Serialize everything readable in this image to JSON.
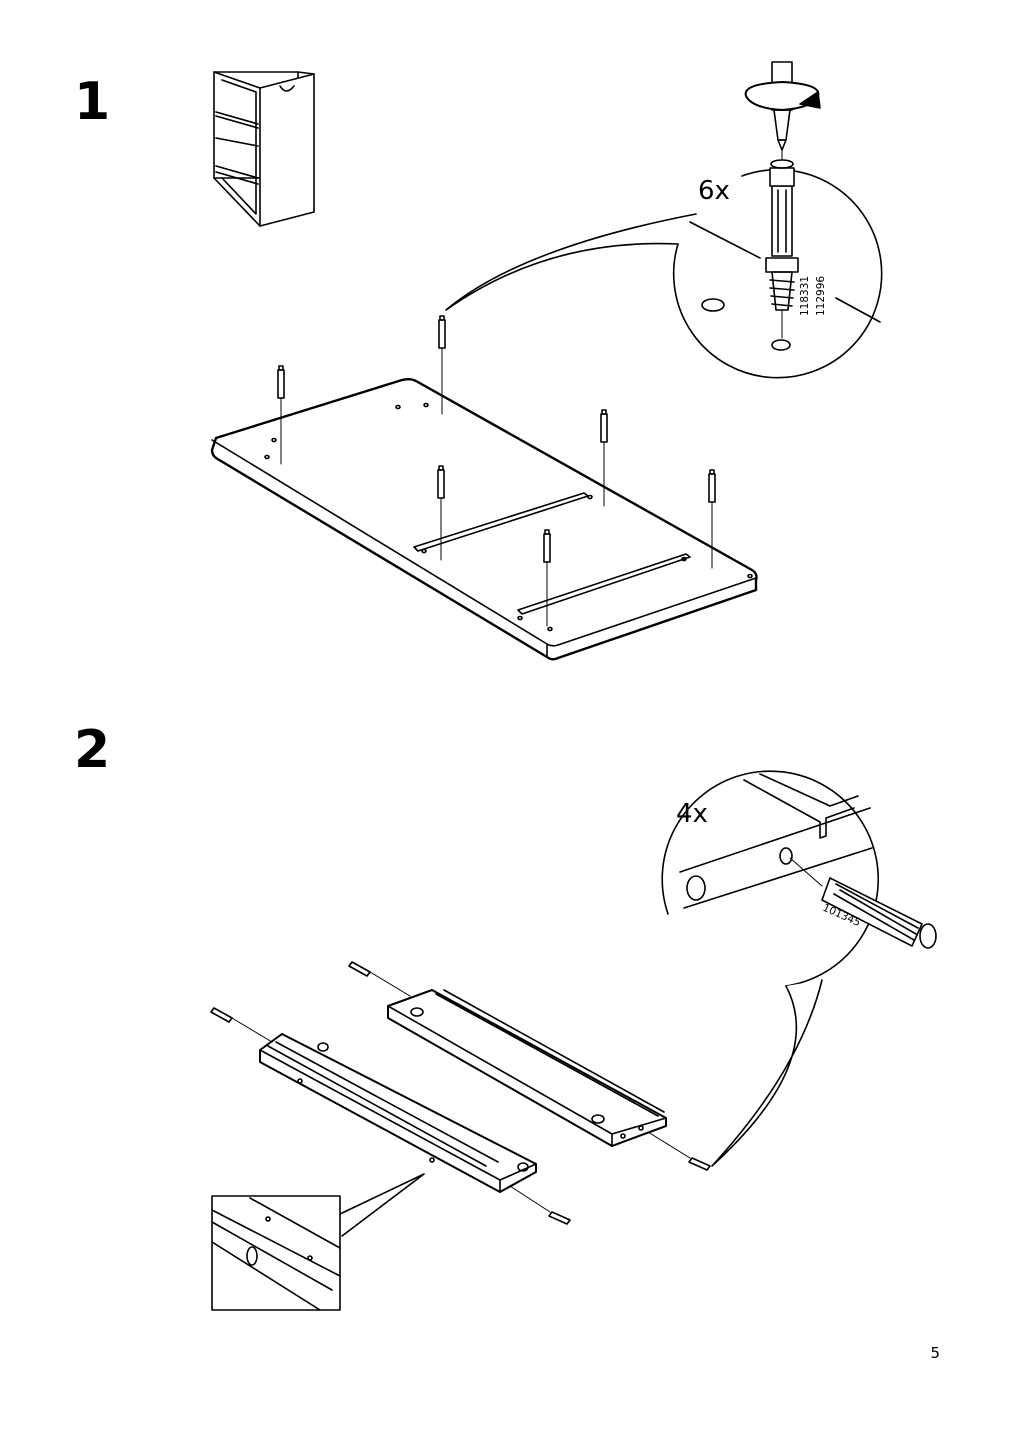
{
  "steps": [
    {
      "number": "1",
      "quantity": "6x",
      "part_numbers": [
        "118331",
        "112996"
      ]
    },
    {
      "number": "2",
      "quantity": "4x",
      "part_numbers": [
        "101345"
      ]
    }
  ],
  "page_number": "5"
}
